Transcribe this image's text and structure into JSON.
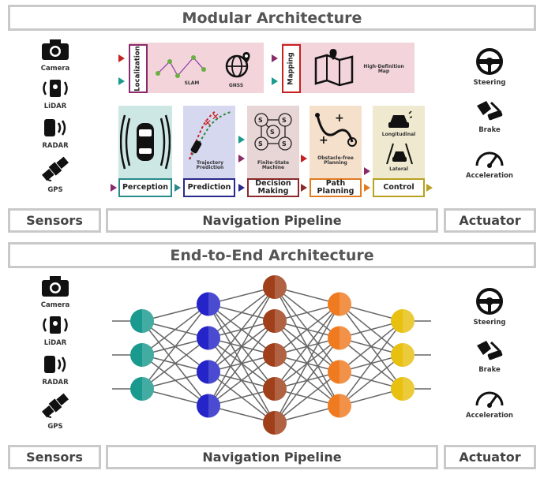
{
  "titles": {
    "modular": "Modular Architecture",
    "end_to_end": "End-to-End Architecture"
  },
  "labels": {
    "sensors": "Sensors",
    "pipeline": "Navigation Pipeline",
    "actuator": "Actuator"
  },
  "sensors": [
    {
      "label": "Camera",
      "icon": "camera-icon"
    },
    {
      "label": "LiDAR",
      "icon": "lidar-icon"
    },
    {
      "label": "RADAR",
      "icon": "radar-icon"
    },
    {
      "label": "GPS",
      "icon": "satellite-icon"
    }
  ],
  "actuators": [
    {
      "label": "Steering",
      "icon": "steering-wheel-icon"
    },
    {
      "label": "Brake",
      "icon": "brake-pedal-icon"
    },
    {
      "label": "Acceleration",
      "icon": "speedometer-icon"
    }
  ],
  "modules": {
    "localization": {
      "title": "Localization",
      "slam": "SLAM",
      "gnss": "GNSS"
    },
    "mapping": {
      "title": "Mapping",
      "hd_map": "High-Definition Map"
    }
  },
  "stages": [
    {
      "label": "Perception",
      "color": "#2a8a8a",
      "bg": "#cde7e4"
    },
    {
      "label": "Prediction",
      "color": "#2a2a8a",
      "bg": "#d6d8ef",
      "note": "Trajectory Prediction"
    },
    {
      "label": "Decision Making",
      "color": "#8a2a2a",
      "bg": "#e8d5d5",
      "note": "Finite-State Machine"
    },
    {
      "label": "Path Planning",
      "color": "#e07b20",
      "bg": "#f5e0cc",
      "note": "Obstacle-free Planning"
    },
    {
      "label": "Control",
      "color": "#b8a020",
      "bg": "#efe9cf",
      "note_top": "Longitudinal",
      "note_bottom": "Lateral"
    }
  ],
  "network": {
    "layer_colors": [
      "#1a9a8e",
      "#2424c8",
      "#a0401a",
      "#f07a20",
      "#e8c010"
    ],
    "layer_sizes": [
      3,
      4,
      5,
      4,
      3
    ]
  }
}
